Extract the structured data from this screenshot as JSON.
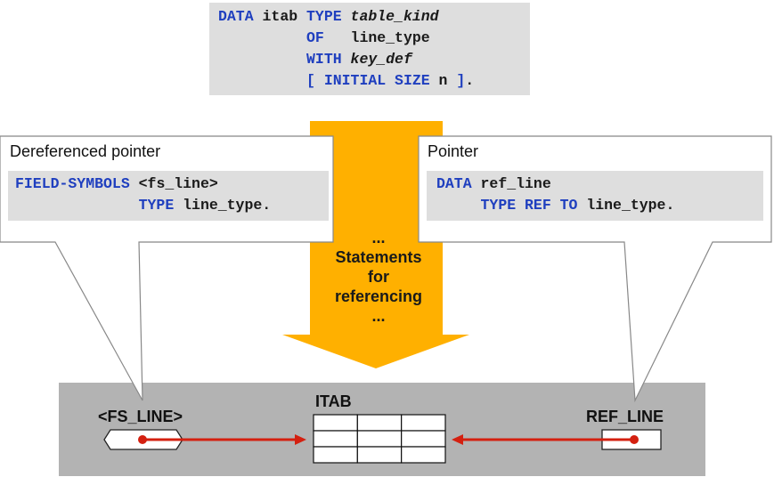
{
  "top_code": {
    "lines": [
      [
        {
          "t": "DATA",
          "k": "kw"
        },
        {
          "t": " itab ",
          "k": ""
        },
        {
          "t": "TYPE",
          "k": "kw"
        },
        {
          "t": " ",
          "k": ""
        },
        {
          "t": "table_kind",
          "k": "it"
        }
      ],
      [
        {
          "t": "          ",
          "k": ""
        },
        {
          "t": "OF",
          "k": "kw"
        },
        {
          "t": "   line_type",
          "k": ""
        }
      ],
      [
        {
          "t": "          ",
          "k": ""
        },
        {
          "t": "WITH",
          "k": "kw"
        },
        {
          "t": " ",
          "k": ""
        },
        {
          "t": "key_def",
          "k": "it"
        }
      ],
      [
        {
          "t": "          ",
          "k": ""
        },
        {
          "t": "[ INITIAL SIZE",
          "k": "kw"
        },
        {
          "t": " n ",
          "k": ""
        },
        {
          "t": "]",
          "k": "kw"
        },
        {
          "t": ".",
          "k": ""
        }
      ]
    ]
  },
  "arrow": {
    "lines": [
      "...",
      "Statements",
      "for",
      "referencing",
      "..."
    ],
    "color": "#FFB000"
  },
  "left_bubble": {
    "title": "Dereferenced pointer",
    "code": [
      [
        {
          "t": "FIELD-SYMBOLS",
          "k": "kw"
        },
        {
          "t": " <fs_line>",
          "k": ""
        }
      ],
      [
        {
          "t": "              ",
          "k": ""
        },
        {
          "t": "TYPE",
          "k": "kw"
        },
        {
          "t": " line_type.",
          "k": ""
        }
      ]
    ]
  },
  "right_bubble": {
    "title": "Pointer",
    "code": [
      [
        {
          "t": "DATA",
          "k": "kw"
        },
        {
          "t": " ref_line",
          "k": ""
        }
      ],
      [
        {
          "t": "     ",
          "k": ""
        },
        {
          "t": "TYPE REF TO",
          "k": "kw"
        },
        {
          "t": " line_type.",
          "k": ""
        }
      ]
    ]
  },
  "bottom_panel": {
    "fs_line_label": "<FS_LINE>",
    "itab_label": "ITAB",
    "ref_line_label": "REF_LINE",
    "itab_rows": 3,
    "itab_cols": 3,
    "pointer_color": "#D42010"
  }
}
